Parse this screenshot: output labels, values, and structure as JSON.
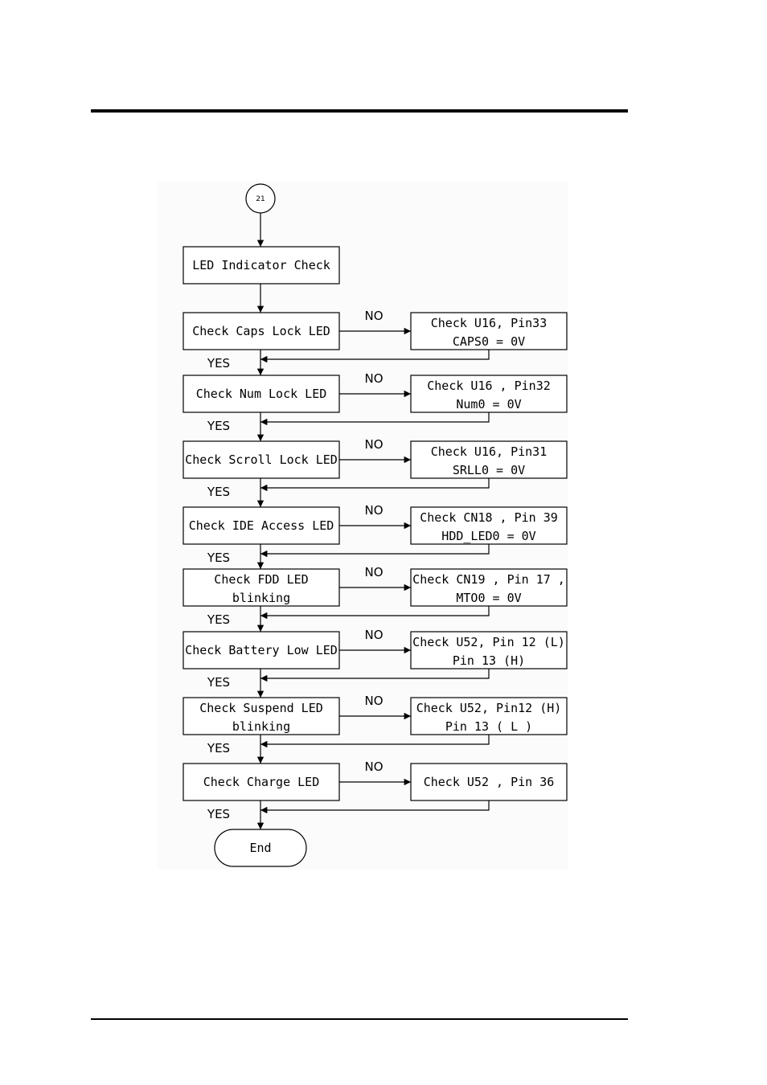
{
  "connector": "21",
  "start": "LED Indicator Check",
  "end": "End",
  "no_label": "NO",
  "yes_label": "YES",
  "steps": [
    {
      "check": [
        "Check Caps Lock LED"
      ],
      "fix": [
        "Check U16, Pin33",
        "CAPS0 = 0V"
      ]
    },
    {
      "check": [
        "Check Num Lock LED"
      ],
      "fix": [
        "Check U16 , Pin32",
        "Num0 = 0V"
      ]
    },
    {
      "check": [
        "Check Scroll Lock LED"
      ],
      "fix": [
        "Check U16, Pin31",
        "SRLL0 = 0V"
      ]
    },
    {
      "check": [
        "Check IDE Access LED"
      ],
      "fix": [
        "Check CN18 , Pin 39",
        "HDD_LED0 = 0V"
      ]
    },
    {
      "check": [
        "Check FDD LED",
        "blinking"
      ],
      "fix": [
        "Check CN19 , Pin 17 ,",
        "MTO0 = 0V"
      ]
    },
    {
      "check": [
        "Check Battery Low LED"
      ],
      "fix": [
        "Check U52, Pin 12 (L)",
        "Pin 13 (H)"
      ]
    },
    {
      "check": [
        "Check Suspend LED",
        "blinking"
      ],
      "fix": [
        "Check U52, Pin12 (H)",
        "Pin 13 ( L )"
      ]
    },
    {
      "check": [
        "Check Charge LED"
      ],
      "fix": [
        "Check U52 , Pin 36"
      ]
    }
  ]
}
